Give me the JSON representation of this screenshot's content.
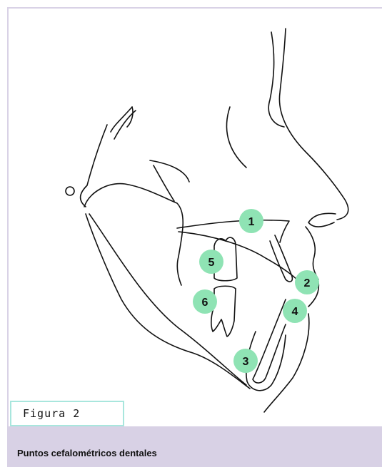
{
  "figure": {
    "tab_label": "Figura 2"
  },
  "caption": {
    "text": "Puntos cefalométricos dentales"
  },
  "markers": [
    {
      "label": "1"
    },
    {
      "label": "2"
    },
    {
      "label": "3"
    },
    {
      "label": "4"
    },
    {
      "label": "5"
    },
    {
      "label": "6"
    }
  ],
  "colors": {
    "marker_fill": "#8fe3b4",
    "caption_band": "#d8d1e5",
    "tab_border": "#a8e6dd",
    "line": "#111111"
  }
}
